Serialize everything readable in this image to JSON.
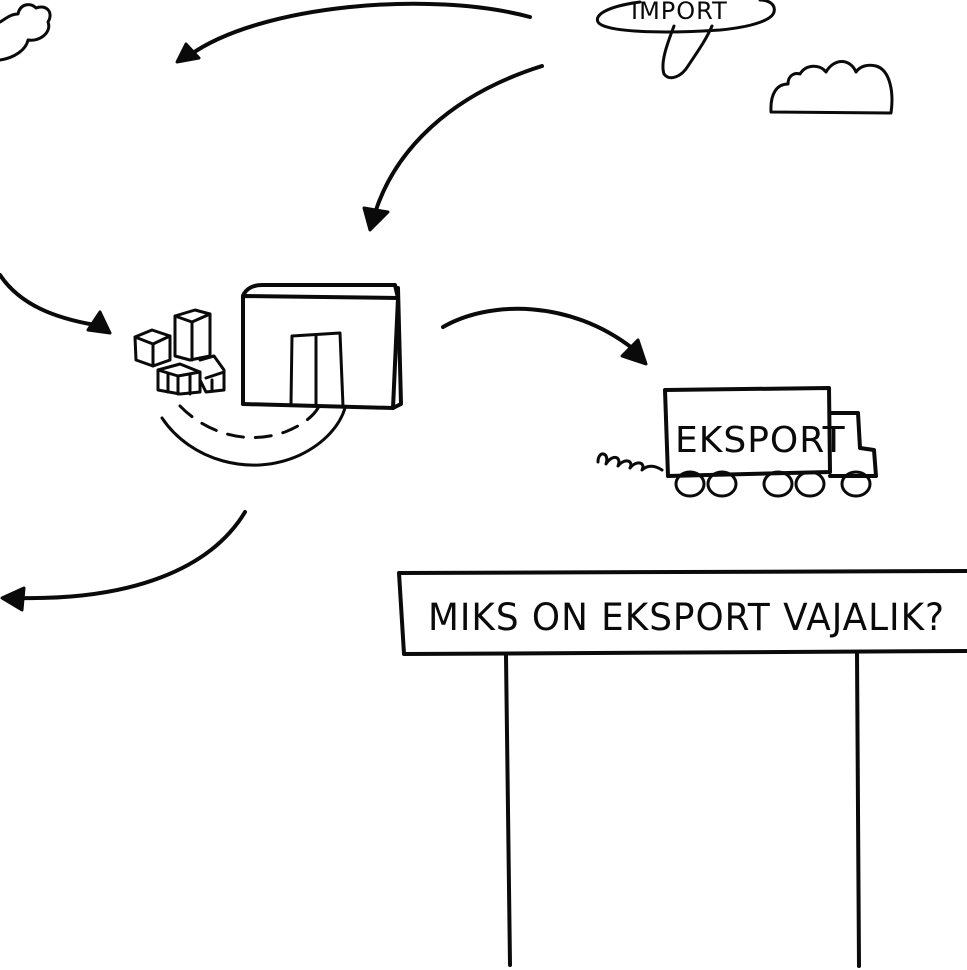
{
  "airplane": {
    "label": "IMPORT"
  },
  "truck": {
    "label": "EKSPORT"
  },
  "signboard": {
    "title": "MIKS ON EKSPORT VAJALIK?"
  },
  "colors": {
    "ink": "#0a0a0a",
    "background": "#ffffff"
  }
}
